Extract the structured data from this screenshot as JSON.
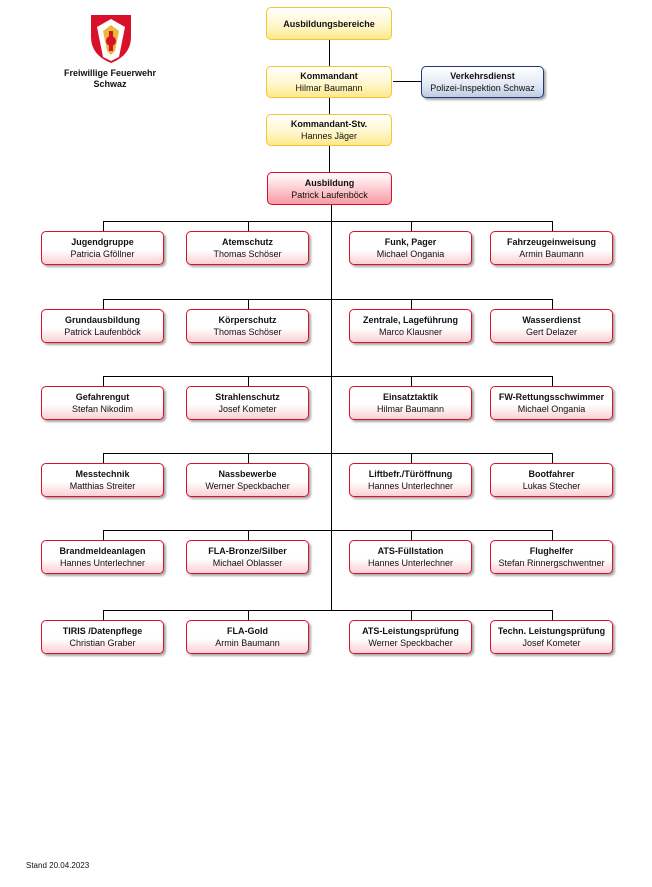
{
  "organization": {
    "name_line1": "Freiwillige Feuerwehr",
    "name_line2": "Schwaz"
  },
  "header": {
    "title": "Ausbildungsbereiche"
  },
  "command": [
    {
      "title": "Kommandant",
      "name": "Hilmar Baumann"
    },
    {
      "title": "Kommandant-Stv.",
      "name": "Hannes Jäger"
    }
  ],
  "traffic": {
    "title": "Verkehrsdienst",
    "name": "Polizei-Inspektion Schwaz"
  },
  "training": {
    "title": "Ausbildung",
    "name": "Patrick Laufenböck"
  },
  "rows": [
    [
      {
        "title": "Jugendgruppe",
        "name": "Patricia Gföllner"
      },
      {
        "title": "Atemschutz",
        "name": "Thomas Schöser"
      },
      {
        "title": "Funk, Pager",
        "name": "Michael Ongania"
      },
      {
        "title": "Fahrzeugeinweisung",
        "name": "Armin Baumann"
      }
    ],
    [
      {
        "title": "Grundausbildung",
        "name": "Patrick Laufenböck"
      },
      {
        "title": "Körperschutz",
        "name": "Thomas Schöser"
      },
      {
        "title": "Zentrale, Lageführung",
        "name": "Marco Klausner"
      },
      {
        "title": "Wasserdienst",
        "name": "Gert Delazer"
      }
    ],
    [
      {
        "title": "Gefahrengut",
        "name": "Stefan Nikodim"
      },
      {
        "title": "Strahlenschutz",
        "name": "Josef Kometer"
      },
      {
        "title": "Einsatztaktik",
        "name": "Hilmar Baumann"
      },
      {
        "title": "FW-Rettungsschwimmer",
        "name": "Michael Ongania"
      }
    ],
    [
      {
        "title": "Messtechnik",
        "name": "Matthias Streiter"
      },
      {
        "title": "Nassbewerbe",
        "name": "Werner Speckbacher"
      },
      {
        "title": "Liftbefr./Türöffnung",
        "name": "Hannes Unterlechner"
      },
      {
        "title": "Bootfahrer",
        "name": "Lukas Stecher"
      }
    ],
    [
      {
        "title": "Brandmeldeanlagen",
        "name": "Hannes Unterlechner"
      },
      {
        "title": "FLA-Bronze/Silber",
        "name": "Michael Oblasser"
      },
      {
        "title": "ATS-Füllstation",
        "name": "Hannes Unterlechner"
      },
      {
        "title": "Flughelfer",
        "name": "Stefan Rinnergschwentner"
      }
    ],
    [
      {
        "title": "TIRIS /Datenpflege",
        "name": "Christian Graber"
      },
      {
        "title": "FLA-Gold",
        "name": "Armin Baumann"
      },
      {
        "title": "ATS-Leistungsprüfung",
        "name": "Werner Speckbacher"
      },
      {
        "title": "Techn. Leistungsprüfung",
        "name": "Josef Kometer"
      }
    ]
  ],
  "footer": {
    "stand": "Stand  20.04.2023"
  },
  "colors": {
    "yellow_border": "#f0c832",
    "red_border": "#d8102a",
    "navy_border": "#1f3a78",
    "logo_red": "#d8102a"
  }
}
